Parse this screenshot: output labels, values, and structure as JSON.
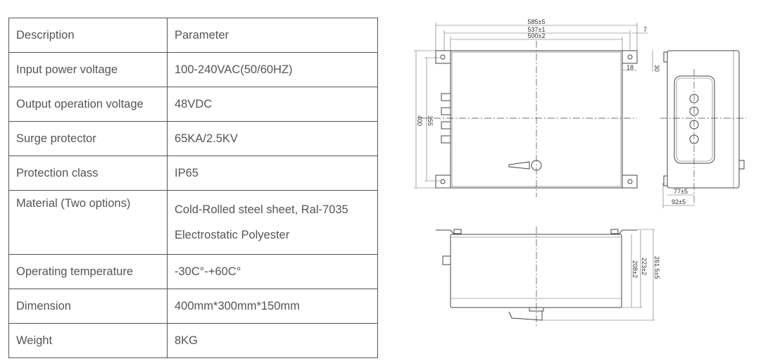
{
  "table": {
    "header": [
      "Description",
      "Parameter"
    ],
    "rows": [
      [
        "Input power voltage",
        "100-240VAC(50/60HZ)"
      ],
      [
        "Output operation voltage",
        "48VDC"
      ],
      [
        "Surge protector",
        "65KA/2.5KV"
      ],
      [
        "Protection class",
        "IP65"
      ],
      [
        "Material (Two options)",
        "Cold-Rolled steel sheet, Ral-7035",
        "Electrostatic Polyester"
      ],
      [
        "Operating temperature",
        "-30C°-+60C°"
      ],
      [
        "Dimension",
        "400mm*300mm*150mm"
      ],
      [
        "Weight",
        "8KG"
      ]
    ]
  },
  "drawing": {
    "dims": {
      "w585": "585±5",
      "w537": "537±1",
      "w500": "500±2",
      "d7": "7",
      "d18": "18",
      "d30": "30",
      "h400": "400",
      "h355": "355",
      "s77": "77±5",
      "s92": "92±5",
      "b208": "208±2",
      "b223": "223±2",
      "b261": "261.5±5"
    }
  }
}
